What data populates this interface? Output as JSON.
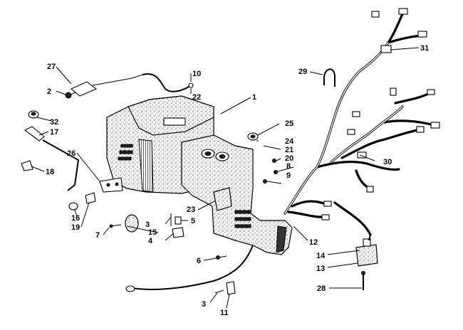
{
  "diagram": {
    "callouts": [
      {
        "id": "c1",
        "label": "1"
      },
      {
        "id": "c2",
        "label": "2"
      },
      {
        "id": "c3a",
        "label": "3"
      },
      {
        "id": "c3b",
        "label": "3"
      },
      {
        "id": "c4",
        "label": "4"
      },
      {
        "id": "c5",
        "label": "5"
      },
      {
        "id": "c6",
        "label": "6"
      },
      {
        "id": "c7",
        "label": "7"
      },
      {
        "id": "c8",
        "label": "8"
      },
      {
        "id": "c9",
        "label": "9"
      },
      {
        "id": "c10",
        "label": "10"
      },
      {
        "id": "c11",
        "label": "11"
      },
      {
        "id": "c12",
        "label": "12"
      },
      {
        "id": "c13",
        "label": "13"
      },
      {
        "id": "c14",
        "label": "14"
      },
      {
        "id": "c15",
        "label": "15"
      },
      {
        "id": "c16",
        "label": "16"
      },
      {
        "id": "c17",
        "label": "17"
      },
      {
        "id": "c18",
        "label": "18"
      },
      {
        "id": "c19",
        "label": "19"
      },
      {
        "id": "c20",
        "label": "20"
      },
      {
        "id": "c21",
        "label": "21"
      },
      {
        "id": "c22",
        "label": "22"
      },
      {
        "id": "c23",
        "label": "23"
      },
      {
        "id": "c24",
        "label": "24"
      },
      {
        "id": "c25",
        "label": "25"
      },
      {
        "id": "c26",
        "label": "26"
      },
      {
        "id": "c27",
        "label": "27"
      },
      {
        "id": "c28",
        "label": "28"
      },
      {
        "id": "c29",
        "label": "29"
      },
      {
        "id": "c30",
        "label": "30"
      },
      {
        "id": "c31",
        "label": "31"
      },
      {
        "id": "c32",
        "label": "32"
      }
    ]
  }
}
